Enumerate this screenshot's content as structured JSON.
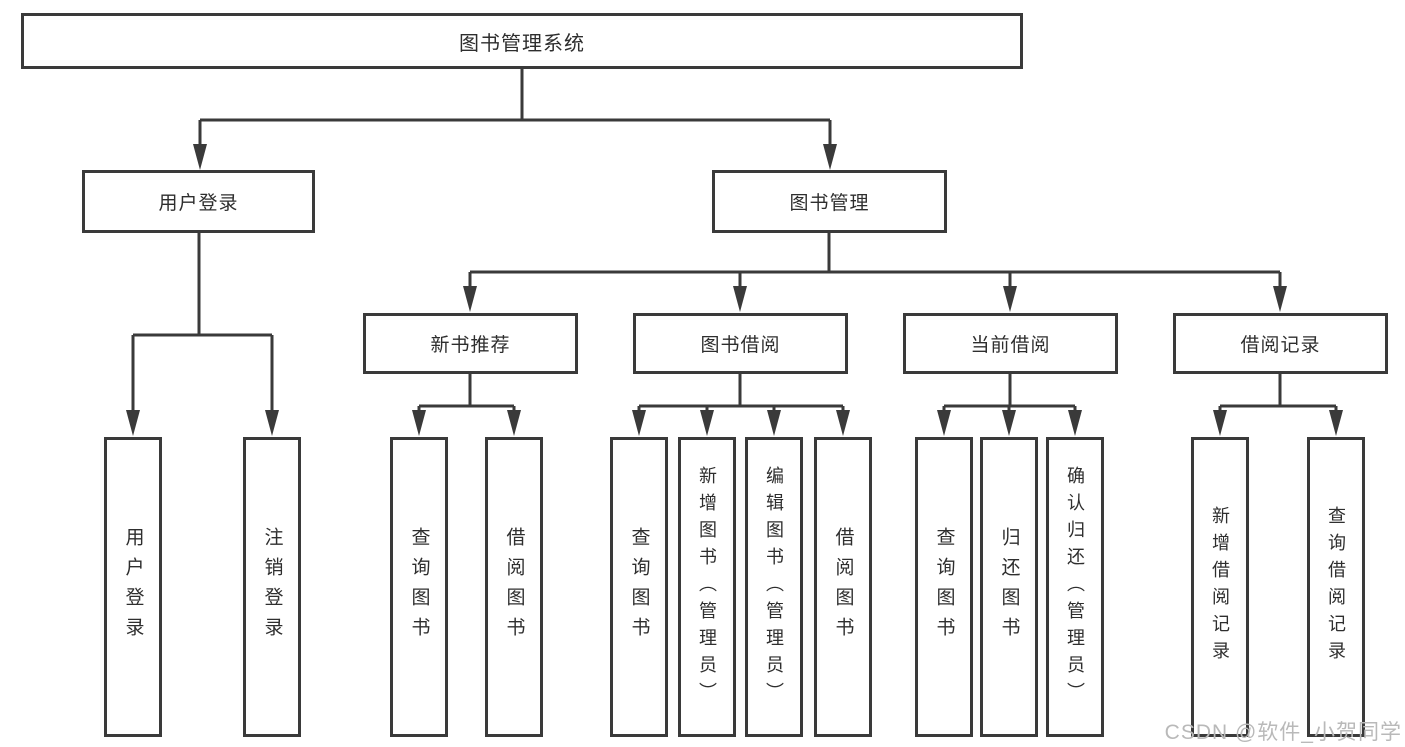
{
  "tree": {
    "label": "图书管理系统",
    "children": [
      {
        "label": "用户登录",
        "children": [
          {
            "label": "用户登录"
          },
          {
            "label": "注销登录"
          }
        ]
      },
      {
        "label": "图书管理",
        "children": [
          {
            "label": "新书推荐",
            "children": [
              {
                "label": "查询图书"
              },
              {
                "label": "借阅图书"
              }
            ]
          },
          {
            "label": "图书借阅",
            "children": [
              {
                "label": "查询图书"
              },
              {
                "label": "新增图书（管理员）"
              },
              {
                "label": "编辑图书（管理员）"
              },
              {
                "label": "借阅图书"
              }
            ]
          },
          {
            "label": "当前借阅",
            "children": [
              {
                "label": "查询图书"
              },
              {
                "label": "归还图书"
              },
              {
                "label": "确认归还（管理员）"
              }
            ]
          },
          {
            "label": "借阅记录",
            "children": [
              {
                "label": "新增借阅记录"
              },
              {
                "label": "查询借阅记录"
              }
            ]
          }
        ]
      }
    ]
  },
  "watermark": "CSDN @软件_小贺同学",
  "colors": {
    "line": "#3a3a3a",
    "text": "#2e2e2e",
    "watermark": "#b9b9b9",
    "background": "#ffffff"
  }
}
